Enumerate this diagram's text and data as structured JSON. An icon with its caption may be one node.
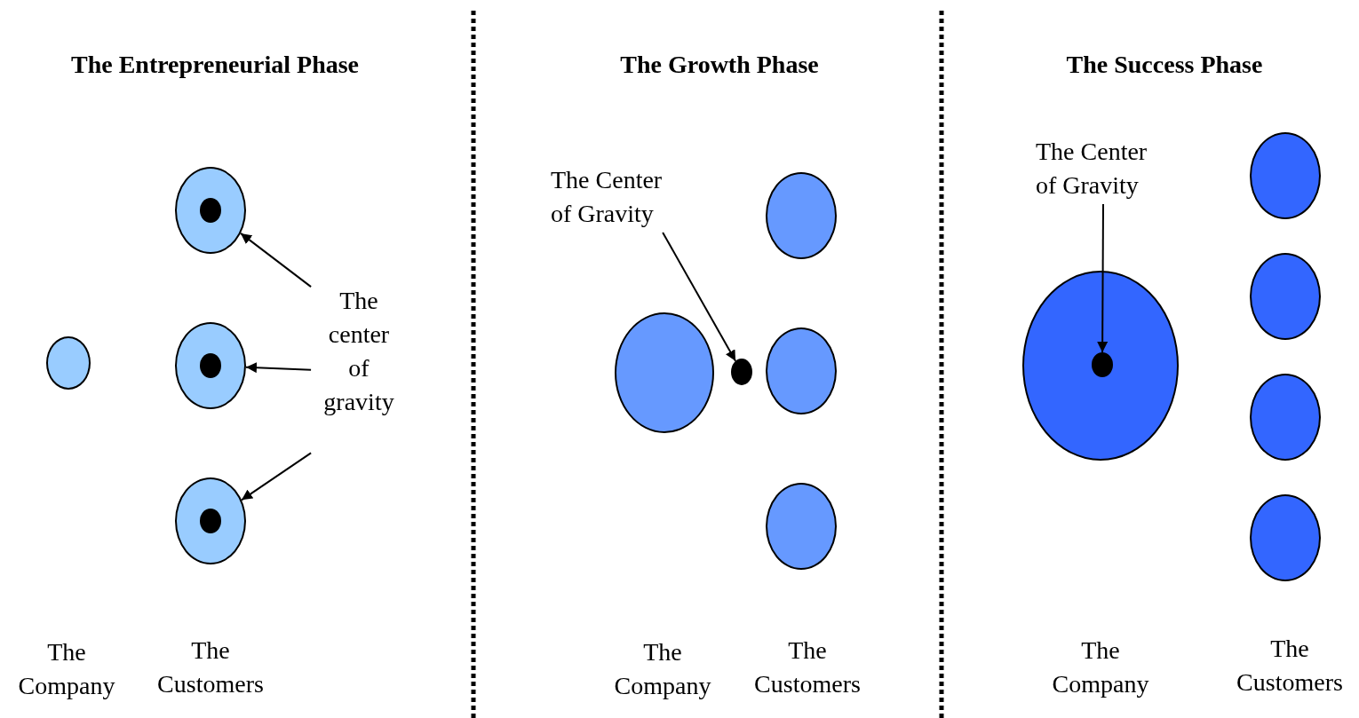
{
  "diagram": {
    "nodes": [
      {
        "text": [],
        "shape": "circle"
      },
      {
        "text": [],
        "shape": "circle"
      },
      {
        "text": [],
        "shape": "circle"
      },
      {
        "text": [],
        "shape": "circle"
      },
      {
        "text": [
          "The center of gravity"
        ]
      },
      {
        "text": [],
        "shape": "circle"
      },
      {
        "text": [],
        "shape": "circle"
      },
      {
        "text": [],
        "shape": "circle"
      },
      {
        "text": [],
        "shape": "circle"
      },
      {
        "text": [],
        "shape": "circle"
      },
      {
        "text": [
          "The Center of Gravity"
        ]
      },
      {
        "text": [],
        "shape": "circle"
      },
      {
        "text": [],
        "shape": "circle",
        "in": 11
      },
      {
        "text": [],
        "shape": "circle"
      },
      {
        "text": [],
        "shape": "circle"
      },
      {
        "text": [],
        "shape": "circle"
      },
      {
        "text": [],
        "shape": "circle"
      },
      {
        "text": [
          "The Center of Gravity"
        ]
      }
    ],
    "edges": [
      {
        "from": 4,
        "to": 1,
        "arrow": "to"
      },
      {
        "from": 4,
        "to": 2,
        "arrow": "to"
      },
      {
        "from": 4,
        "to": 3,
        "arrow": "to"
      },
      {
        "from": 10,
        "to": 6,
        "arrow": "to"
      },
      {
        "from": 17,
        "to": 12,
        "arrow": "to"
      }
    ],
    "labels": [
      "The Entrepreneurial Phase",
      "The Growth Phase",
      "The Success Phase",
      "The Company",
      "The Customers",
      "The Company",
      "The Customers",
      "The Company",
      "The Customers"
    ]
  }
}
